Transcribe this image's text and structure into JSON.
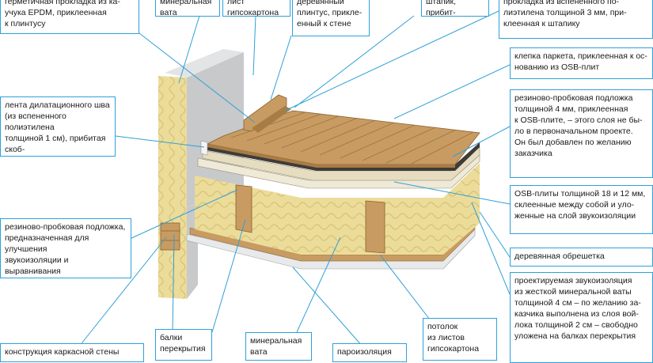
{
  "labels": {
    "epdm": "герметичная прокладка из ка-\nучука EPDM, приклеенная\nк плинтусу",
    "mineral_top": "минеральная\nвата",
    "drywall_top": "лист\nгипсокартона",
    "plinth": "деревянный\nплинтус, прикле-\nенный к стене",
    "shtapik": "штапик, прибит-\nый к полу",
    "pe_strip": "прокладка из вспененного по-\nлиэтилена толщиной 3 мм, при-\nклеенная к штапику",
    "parquet": "клепка паркета, приклеенная к ос-\nнованию из OSB-плит",
    "expansion": "лента дилатационного шва\n(из вспененного полиэтилена\nтолщиной 1 см), прибитая скоб-\nками к стене",
    "cork_top": "резиново-пробковая подложка\nтолщиной 4 мм, приклеенная\nк OSB-плите, – этого слоя не бы-\nло в первоначальном проекте.\nОн был добавлен по желанию\nзаказчика",
    "osb": "OSB-плиты толщиной 18 и 12 мм,\nсклеенные между собой и уло-\nженные на слой звукоизоляции",
    "cork_bottom": "резиново-пробковая подложка,\nпредназначенная для улучшения\nзвукоизоляции и выравнивания\nукладки балок перекрытия",
    "battens": "деревянная обрешетка",
    "soundproof": "проектируемая звукоизоляция\nиз жесткой минеральной ваты\nтолщиной 4 см – по желанию за-\nказчика выполнена из слоя вой-\nлока толщиной 2 см – свободно\nуложена на балках перекрытия",
    "frame_wall": "конструкция каркасной стены",
    "beams": "балки\nперекрытия",
    "mineral_bottom": "минеральная\nвата",
    "vapor": "пароизоляция",
    "ceiling": "потолок\nиз листов\nгипсокартона"
  },
  "colors": {
    "leader": "#2fa0d8",
    "wood": "#c89b62",
    "wood_dark": "#a87c45",
    "wool": "#ecdc9a",
    "drywall": "#d6d9db",
    "wall_face": "#c7c9cb",
    "dark_layer": "#3e3b38"
  }
}
